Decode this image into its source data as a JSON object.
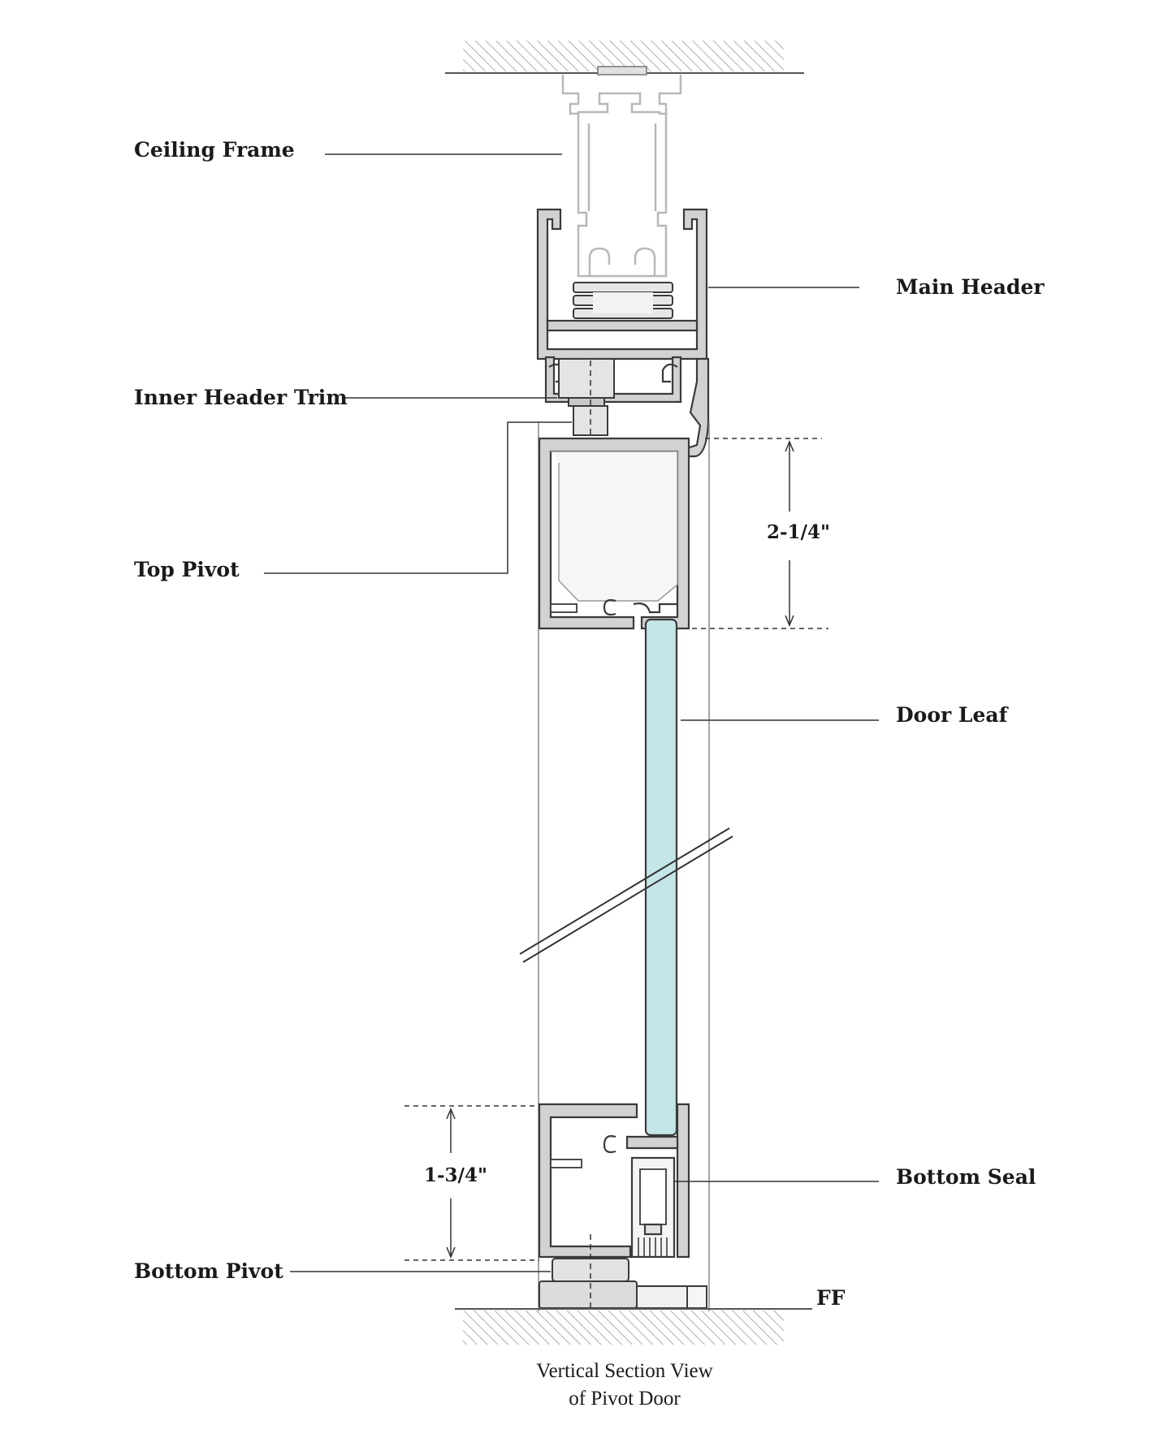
{
  "labels": {
    "ceiling_frame": "Ceiling Frame",
    "main_header": "Main Header",
    "inner_header_trim": "Inner Header Trim",
    "top_pivot": "Top Pivot",
    "door_leaf": "Door Leaf",
    "bottom_seal": "Bottom Seal",
    "bottom_pivot": "Bottom Pivot",
    "finished_floor": "FF"
  },
  "dimensions": {
    "top_rail": "2-1/4\"",
    "bottom_rail": "1-3/4\""
  },
  "caption": {
    "line1": "Vertical Section View",
    "line2": "of Pivot Door"
  },
  "colors": {
    "glass": "#c4e6e9",
    "profile": "#d2d2d2",
    "outline": "#3a3a3a",
    "hatch": "#9a9a9a"
  }
}
